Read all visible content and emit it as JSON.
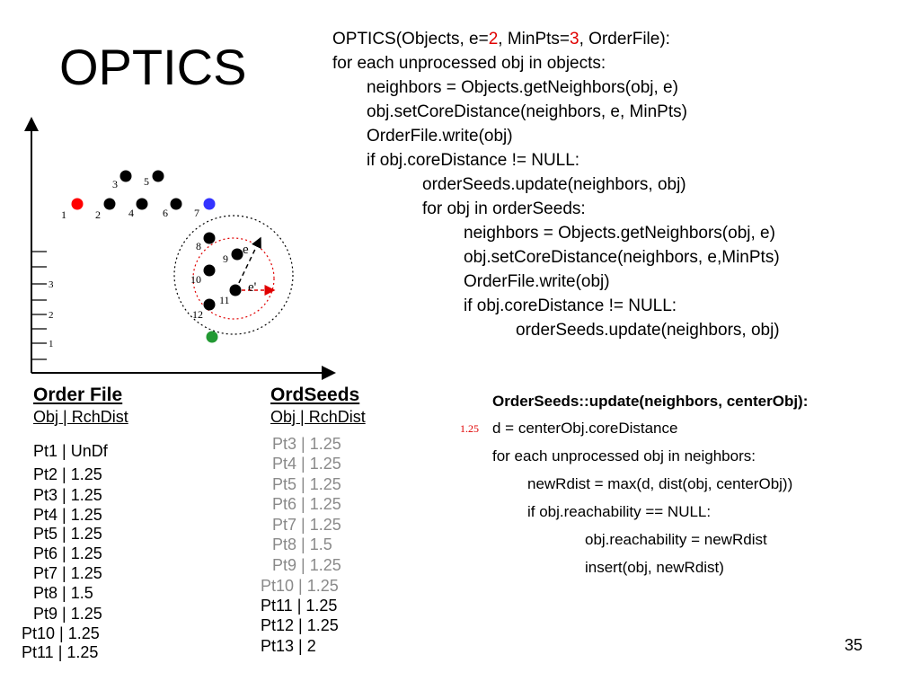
{
  "slide": {
    "title": "OPTICS",
    "page_number": "35"
  },
  "algorithm": {
    "header_pre": "OPTICS(Objects, e=",
    "e_value": "2",
    "header_mid": ", MinPts=",
    "minpts_value": "3",
    "header_post": ", OrderFile):",
    "lines": [
      "for each unprocessed obj in objects:",
      "neighbors = Objects.getNeighbors(obj, e)",
      "obj.setCoreDistance(neighbors, e, MinPts)",
      "OrderFile.write(obj)",
      "if obj.coreDistance != NULL:",
      "orderSeeds.update(neighbors, obj)",
      "for obj in orderSeeds:",
      "neighbors = Objects.getNeighbors(obj, e)",
      "obj.setCoreDistance(neighbors, e,MinPts)",
      "OrderFile.write(obj)",
      "if obj.coreDistance != NULL:",
      "orderSeeds.update(neighbors, obj)"
    ]
  },
  "update_fn": {
    "header": "OrderSeeds::update(neighbors, centerObj):",
    "annotation": "1.25",
    "lines": [
      "d = centerObj.coreDistance",
      "for each unprocessed obj in neighbors:",
      "newRdist = max(d, dist(obj, centerObj))",
      "if obj.reachability == NULL:",
      "obj.reachability = newRdist",
      "insert(obj, newRdist)"
    ]
  },
  "order_file": {
    "title": "Order File",
    "columns": "Obj |  RchDist",
    "rows": [
      "Pt1 |    UnDf",
      "Pt2 |    1.25",
      "Pt3 |    1.25",
      "Pt4 |    1.25",
      "Pt5 |    1.25",
      "Pt6 |    1.25",
      "Pt7 |    1.25",
      "Pt8 |    1.5",
      "Pt9 |    1.25",
      "Pt10 |    1.25",
      "Pt11 |    1.25"
    ]
  },
  "ord_seeds": {
    "title": "OrdSeeds",
    "columns": "Obj |  RchDist",
    "rows_gray": [
      "Pt3 |  1.25",
      "Pt4 |  1.25",
      "Pt5 |  1.25",
      "Pt6 |  1.25",
      "Pt7 |  1.25",
      "Pt8 |  1.5",
      "Pt9 |  1.25",
      "Pt10 |  1.25"
    ],
    "rows_black": [
      "Pt11 |  1.25",
      "Pt12 |  1.25",
      "Pt13 |  2"
    ]
  },
  "plot": {
    "point_labels": [
      "1",
      "2",
      "3",
      "4",
      "5",
      "6",
      "7",
      "8",
      "9",
      "10",
      "11",
      "12"
    ],
    "axis_ticks": [
      "3",
      "2",
      "1"
    ],
    "radius_labels": [
      "e",
      "e'"
    ],
    "colors": {
      "point": "#000000",
      "start_point": "#ff0000",
      "point_7": "#3333ff",
      "point_13": "#229933",
      "inner_circle": "#e00000",
      "outer_circle": "#000000"
    }
  }
}
